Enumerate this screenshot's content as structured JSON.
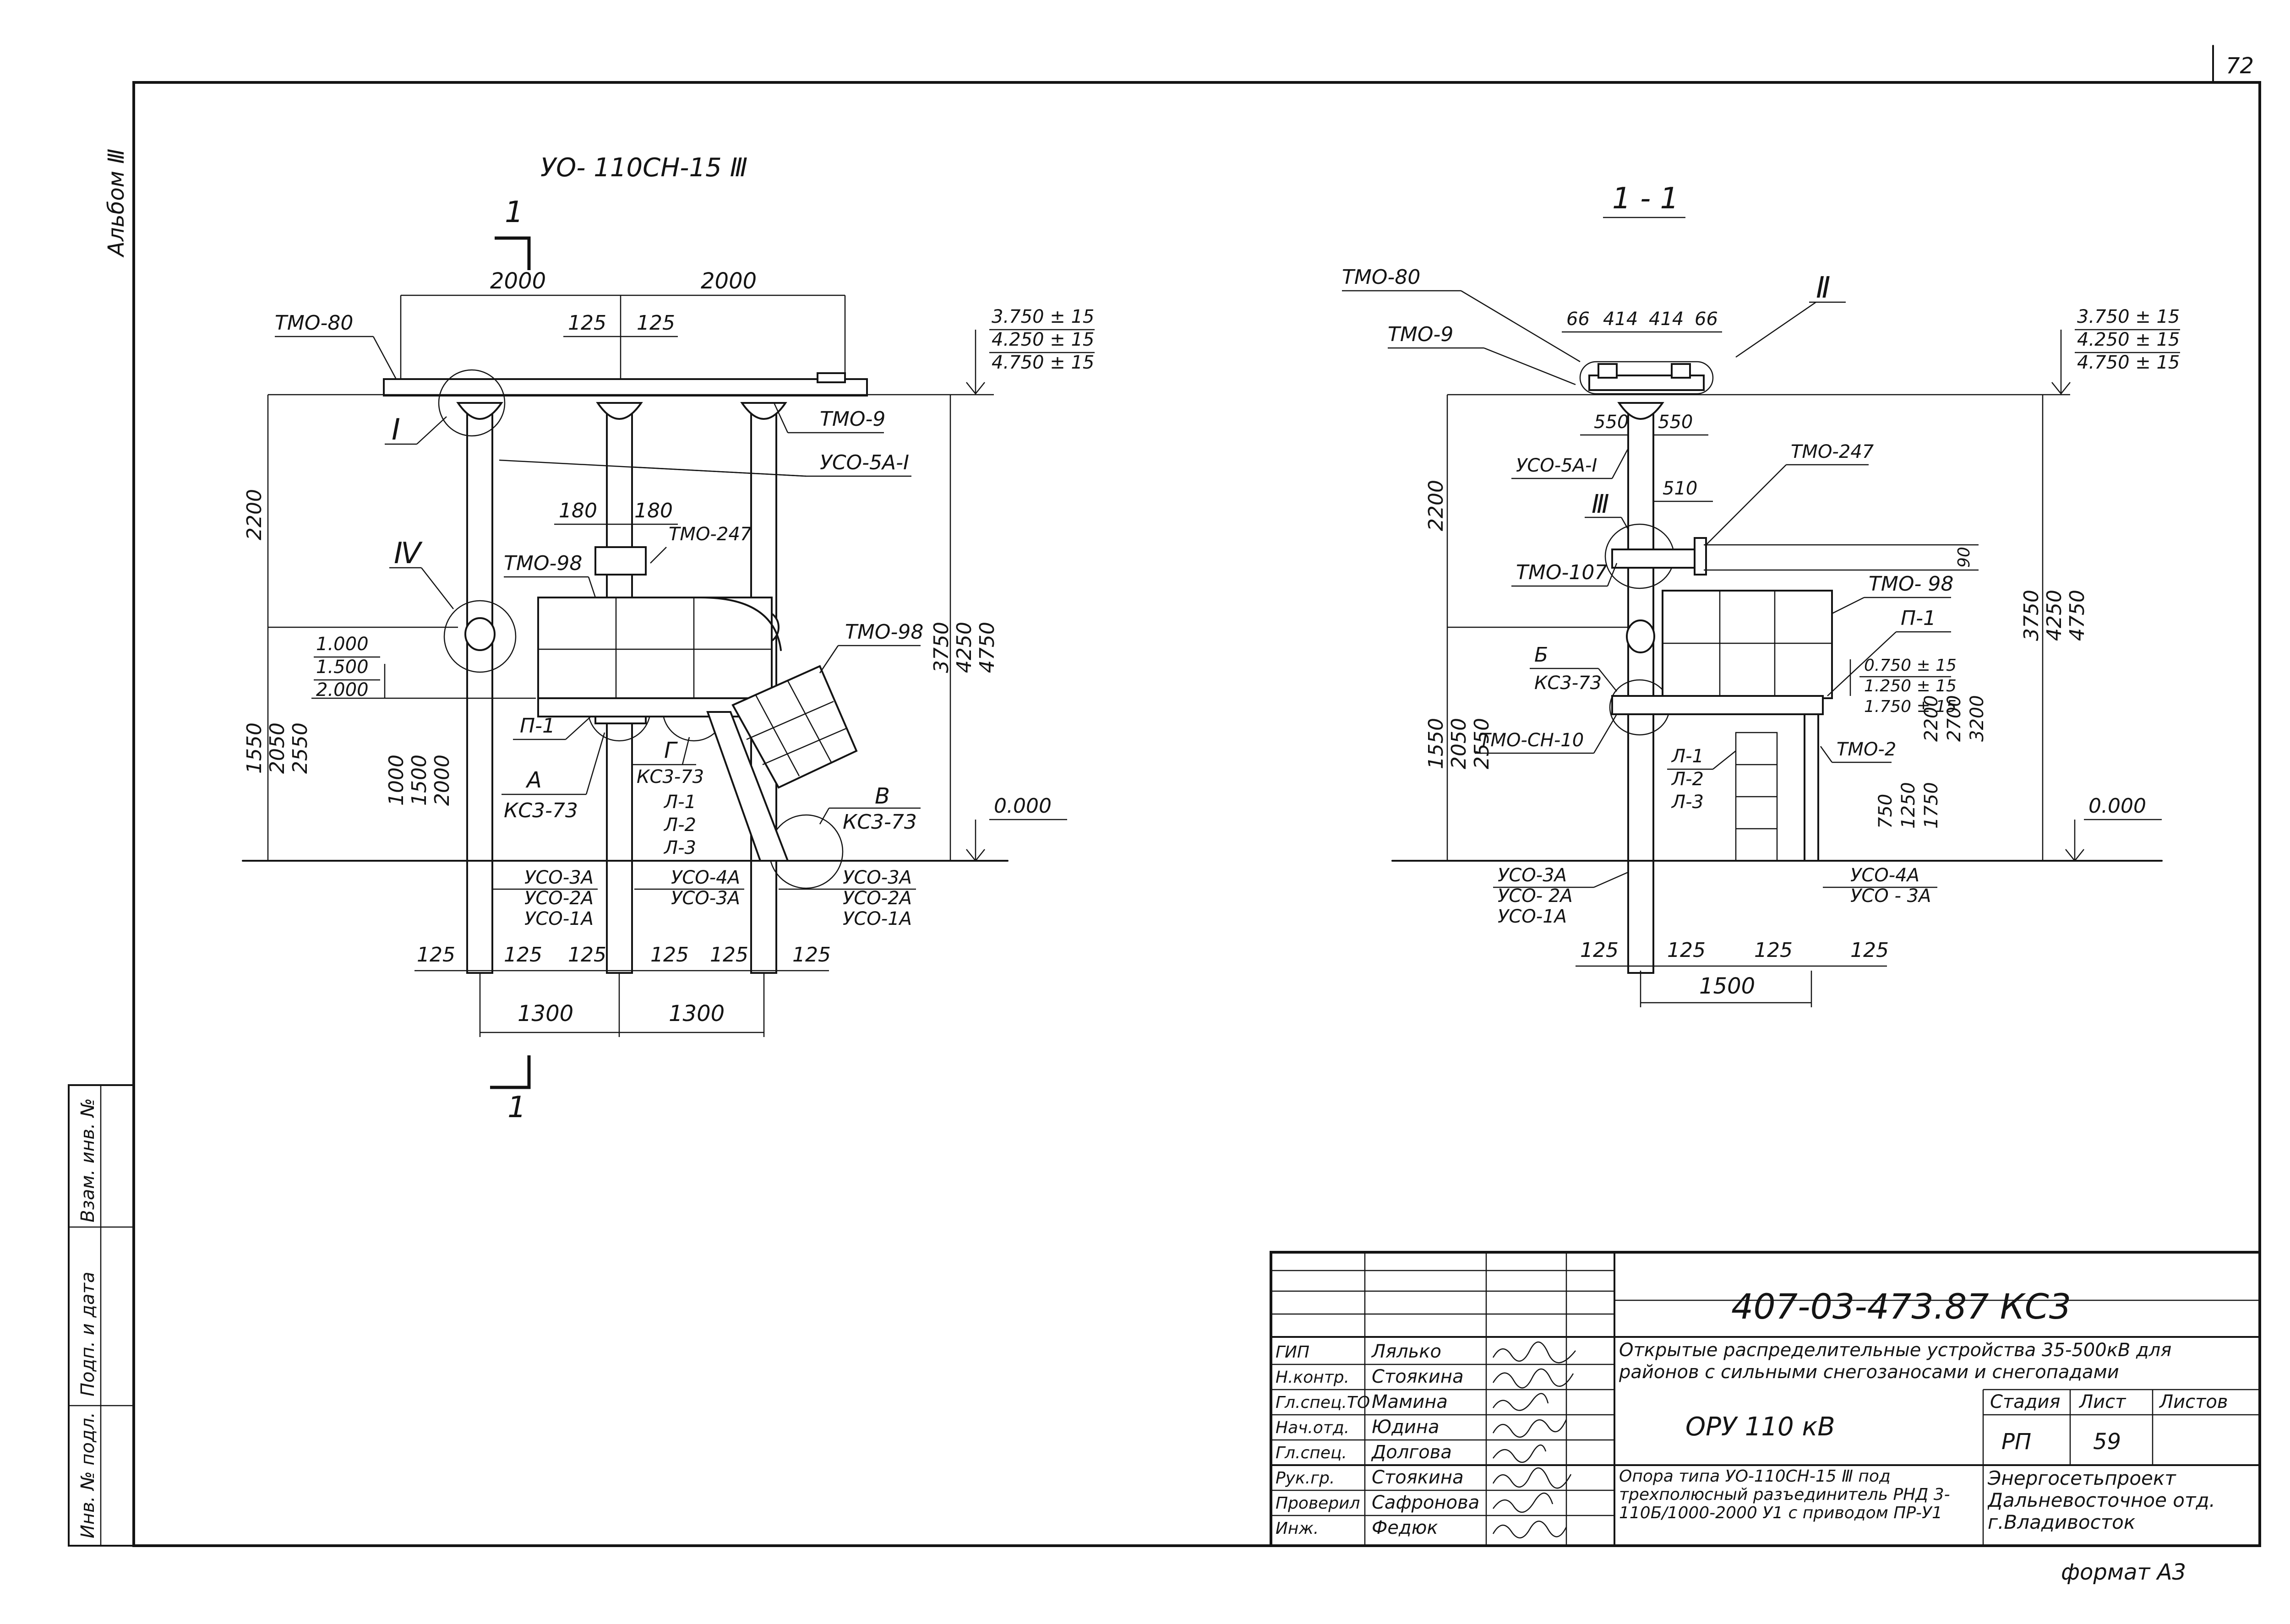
{
  "sheet": {
    "page_number": "72",
    "album_label": "Альбом Ⅲ",
    "format": "формат А3"
  },
  "left_view": {
    "title": "УО- 110СН-15 Ⅲ",
    "section_mark": "1",
    "section_mark_bottom": "1",
    "top_dims": [
      "2000",
      "2000"
    ],
    "center_dims": [
      "125",
      "125"
    ],
    "elev_top": [
      "3.750 ± 15",
      "4.250 ± 15",
      "4.750 ± 15"
    ],
    "labels": {
      "tmo80": "ТМО-80",
      "tmo9": "ТМО-9",
      "uso5a": "УСО-5А-Ⅰ",
      "node1": "Ⅰ",
      "node4": "Ⅳ",
      "tmo98a": "ТМО-98",
      "tmo247": "ТМО-247",
      "tmo98b": "ТМО-98",
      "p1": "П-1",
      "a": "А",
      "ks73a": "КС3-73",
      "g": "Г",
      "ks73g": "КС3-73",
      "l1": "Л-1",
      "l2": "Л-2",
      "l3": "Л-3",
      "v": "В",
      "ks73v": "КС3-73"
    },
    "dims_180": [
      "180",
      "180"
    ],
    "dim_2200": "2200",
    "dim_1550": "1550",
    "dim_2050": "2050",
    "dim_2550": "2550",
    "dim_1000": "1000",
    "dim_1500": "1500",
    "dim_2000": "2000",
    "elev_left": [
      "1.000",
      "1.500",
      "2.000"
    ],
    "right_dims": [
      "3750",
      "4250",
      "4750"
    ],
    "zero": "0.000",
    "uso_left": [
      "УСО-3А",
      "УСО-2А",
      "УСО-1А"
    ],
    "uso_mid": [
      "УСО-4А",
      "УСО-3А"
    ],
    "uso_right": [
      "УСО-3А",
      "УСО-2А",
      "УСО-1А"
    ],
    "bottom_dims": [
      "125",
      "125",
      "125",
      "125",
      "125",
      "125"
    ],
    "base_dims": [
      "1300",
      "1300"
    ]
  },
  "right_view": {
    "title": "1 - 1",
    "node2": "Ⅱ",
    "node3": "Ⅲ",
    "tmo80": "ТМО-80",
    "tmo9": "ТМО-9",
    "top_dims": [
      "66",
      "414",
      "414",
      "66"
    ],
    "dims_550": [
      "550",
      "550"
    ],
    "uso5a": "УСО-5А-Ⅰ",
    "dim_510": "510",
    "tmo247": "ТМО-247",
    "tmo107": "ТМО-107",
    "dim_90": "90",
    "tmo98": "ТМО- 98",
    "p1": "П-1",
    "b": "Б",
    "ks73": "КС3-73",
    "tmosn10": "ТМО-СН-10",
    "tmo2": "ТМО-2",
    "l1": "Л-1",
    "l2": "Л-2",
    "l3": "Л-3",
    "elev_top": [
      "3.750 ± 15",
      "4.250 ± 15",
      "4.750 ± 15"
    ],
    "elev_mid": [
      "0.750 ± 15",
      "1.250 ± 15",
      "1.750 ± 15"
    ],
    "dim_2200": "2200",
    "left_dims": [
      "1550",
      "2050",
      "2550"
    ],
    "mid_dims": [
      "2200",
      "2700",
      "3200"
    ],
    "low_dims": [
      "750",
      "1250",
      "1750"
    ],
    "right_dims": [
      "3750",
      "4250",
      "4750"
    ],
    "zero": "0.000",
    "uso_left": [
      "УСО-3А",
      "УСО- 2А",
      "УСО-1А"
    ],
    "uso_right": [
      "УСО-4А",
      "УСО - 3А"
    ],
    "bottom_dims": [
      "125",
      "125",
      "125",
      "125"
    ],
    "base_dim": "1500"
  },
  "stamp": {
    "side_cells": [
      "Взам. инв. №",
      "Подп. и дата",
      "Инв. № подл."
    ],
    "designation": "407-03-473.87   КС3",
    "project": "Открытые распределительные устройства 35-500кВ для районов с сильными снегозаносами и снегопадами",
    "object": "ОРУ 110 кВ",
    "drawing": "Опора типа УО-110СН-15 Ⅲ под трехполюсный разъединитель РНД 3-110Б/1000-2000 У1 с приводом ПР-У1",
    "org": "Энергосетьпроект Дальневосточное отд. г.Владивосток",
    "col_heads": [
      "Стадия",
      "Лист",
      "Листов"
    ],
    "stage": "РП",
    "sheet_no": "59",
    "sheets": "",
    "roles": [
      "ГИП",
      "Н.контр.",
      "Гл.спец.ТО",
      "Нач.отд.",
      "Гл.спец.",
      "Рук.гр.",
      "Проверил",
      "Инж."
    ],
    "names": [
      "Лялько",
      "Стоякина",
      "Мамина",
      "Юдина",
      "Долгова",
      "Стоякина",
      "Сафронова",
      "Федюк"
    ]
  }
}
